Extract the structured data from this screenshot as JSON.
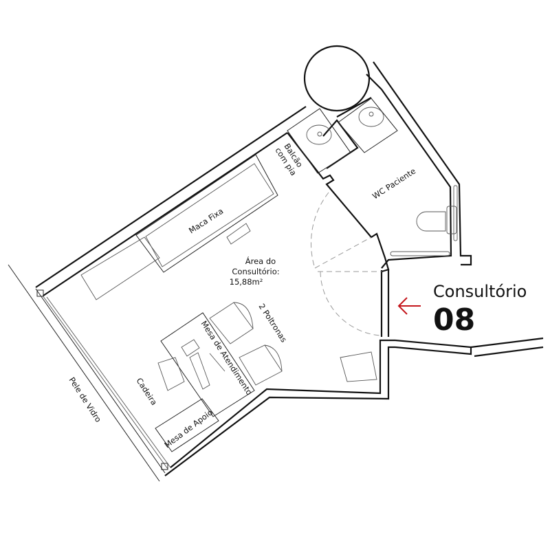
{
  "plan": {
    "room_name": "Consultório",
    "room_number": "08",
    "labels": {
      "maca": "Maca Fixa",
      "balcao_1": "Balcão",
      "balcao_2": "com pia",
      "wc": "WC Paciente",
      "area_1": "Área do",
      "area_2": "Consultório:",
      "area_3": "15,88m²",
      "poltronas": "2 Poltronas",
      "mesa_atendimento": "Mesa de Atendimento",
      "cadeira": "Cadeira",
      "mesa_apoio": "Mesa de Apoio",
      "pele_vidro": "Pele de Vidro"
    },
    "arrow_color": "#c4161c"
  }
}
